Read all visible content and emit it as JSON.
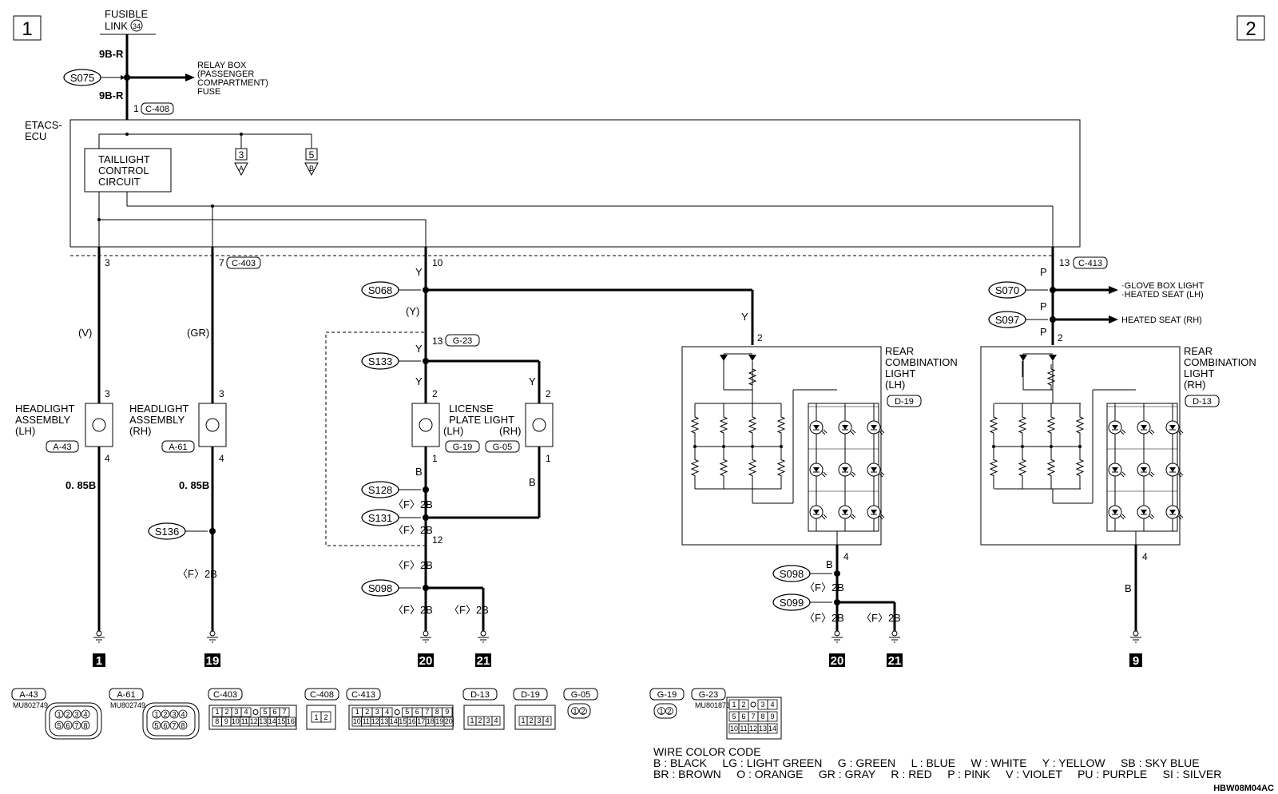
{
  "page": {
    "left_box": "1",
    "right_box": "2",
    "drawing_id": "HBW08M04AC"
  },
  "fusible_link": {
    "line1": "FUSIBLE",
    "line2": "LINK",
    "num": "34"
  },
  "wires": {
    "w_9br": "9B-R",
    "w_v": "(V)",
    "w_gr": "(GR)",
    "w_y": "Y",
    "w_y_paren": "(Y)",
    "w_p": "P",
    "w_b": "B",
    "w_085b": "0. 85B",
    "w_f2b": "〈F〉2B"
  },
  "splices": {
    "s075": "S075",
    "s068": "S068",
    "s133": "S133",
    "s128": "S128",
    "s131": "S131",
    "s098": "S098",
    "s136": "S136",
    "s070": "S070",
    "s097": "S097",
    "s099": "S099"
  },
  "relay_box": [
    "RELAY BOX",
    "(PASSENGER",
    "COMPARTMENT)",
    "FUSE"
  ],
  "ecu": {
    "name1": "ETACS-",
    "name2": "ECU",
    "circuit": [
      "TAILLIGHT",
      "CONTROL",
      "CIRCUIT"
    ],
    "ref3": "3",
    "ref5": "5",
    "refA": "A",
    "refB": "B"
  },
  "pins": {
    "p1": "1",
    "p2": "2",
    "p3": "3",
    "p4": "4",
    "p7": "7",
    "p10": "10",
    "p12": "12",
    "p13": "13"
  },
  "connectors": {
    "c408": "C-408",
    "c403": "C-403",
    "c413": "C-413",
    "g23": "G-23",
    "a43": "A-43",
    "a61": "A-61",
    "g19": "G-19",
    "g05": "G-05",
    "d19": "D-19",
    "d13": "D-13"
  },
  "components": {
    "headlight_lh": [
      "HEADLIGHT",
      "ASSEMBLY",
      "(LH)"
    ],
    "headlight_rh": [
      "HEADLIGHT",
      "ASSEMBLY",
      "(RH)"
    ],
    "license": [
      "LICENSE",
      "PLATE LIGHT"
    ],
    "lh": "(LH)",
    "rh": "(RH)",
    "rear_lh": [
      "REAR",
      "COMBINATION",
      "LIGHT",
      "(LH)"
    ],
    "rear_rh": [
      "REAR",
      "COMBINATION",
      "LIGHT",
      "(RH)"
    ]
  },
  "outputs": {
    "glove1": "·GLOVE BOX LIGHT",
    "glove2": "·HEATED SEAT (LH)",
    "heated_rh": "HEATED SEAT (RH)"
  },
  "grounds": {
    "g1": "1",
    "g19": "19",
    "g20": "20",
    "g21": "21",
    "g9": "9"
  },
  "legend": {
    "part1": "MU802749",
    "part2": "MU802749",
    "part3": "MU801873",
    "title": "WIRE COLOR CODE",
    "line1": "B : BLACK     LG : LIGHT GREEN     G : GREEN     L : BLUE     W : WHITE     Y : YELLOW     SB : SKY BLUE",
    "line2": "BR : BROWN     O : ORANGE     GR : GRAY     R : RED     P : PINK     V : VIOLET     PU : PURPLE     SI : SILVER"
  },
  "pinouts": {
    "a43_top": [
      "1",
      "2",
      "3",
      "4"
    ],
    "a43_bot": [
      "5",
      "6",
      "7",
      "8"
    ],
    "c403_top": [
      "1",
      "2",
      "3",
      "4",
      "",
      "5",
      "6",
      "7"
    ],
    "c403_bot": [
      "8",
      "9",
      "10",
      "11",
      "12",
      "13",
      "14",
      "15",
      "16"
    ],
    "c408": [
      "1",
      "2"
    ],
    "c413_top": [
      "1",
      "2",
      "3",
      "4",
      "",
      "5",
      "6",
      "7",
      "8",
      "9"
    ],
    "c413_bot": [
      "10",
      "11",
      "12",
      "13",
      "14",
      "15",
      "16",
      "17",
      "18",
      "19",
      "20"
    ],
    "d_row": [
      "1",
      "2",
      "3",
      "4"
    ],
    "g_pair": [
      "1",
      "2"
    ],
    "g23_r1": [
      "1",
      "2",
      "",
      "3",
      "4"
    ],
    "g23_r2": [
      "5",
      "6",
      "7",
      "8",
      "9"
    ],
    "g23_r3": [
      "10",
      "11",
      "12",
      "13",
      "14"
    ]
  }
}
